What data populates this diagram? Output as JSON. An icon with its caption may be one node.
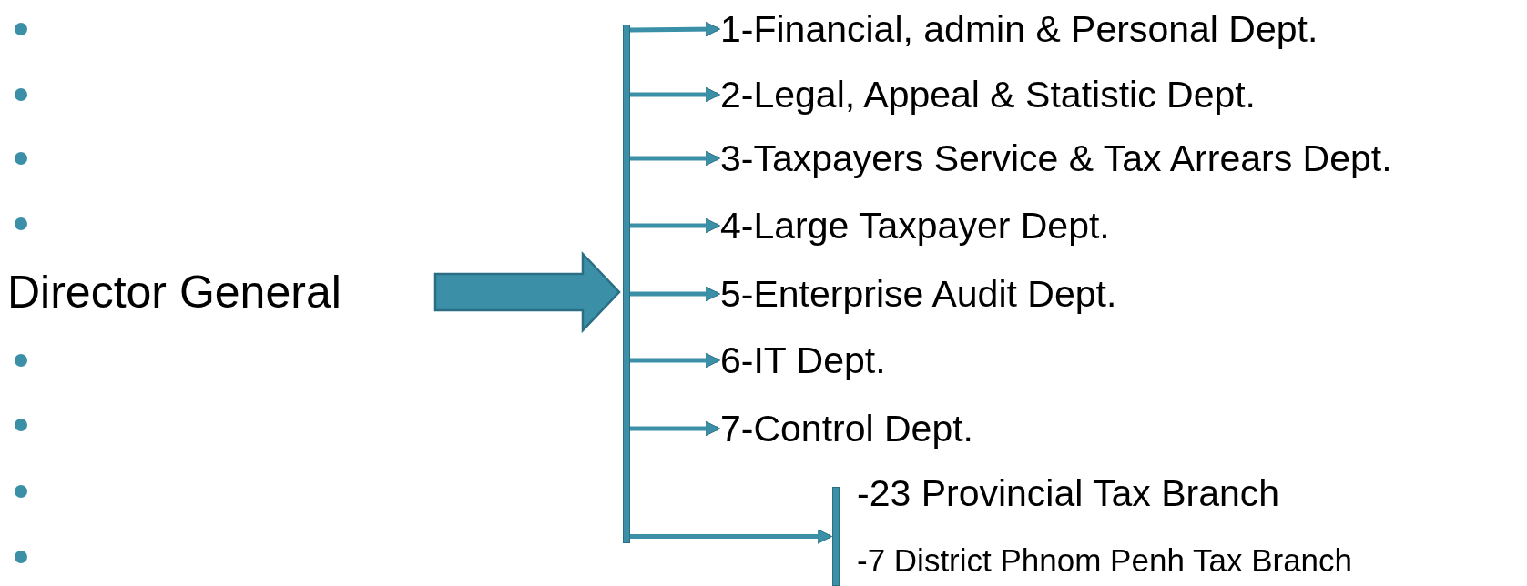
{
  "diagram": {
    "nodes": [
      {
        "text": [
          "Director General"
        ]
      },
      {
        "text": [],
        "shape": "bar"
      },
      {
        "text": [
          "1-Financial, admin & Personal Dept."
        ]
      },
      {
        "text": [
          "2-Legal, Appeal & Statistic Dept."
        ]
      },
      {
        "text": [
          "3-Taxpayers Service & Tax Arrears Dept."
        ]
      },
      {
        "text": [
          "4-Large Taxpayer Dept."
        ]
      },
      {
        "text": [
          "5-Enterprise Audit Dept."
        ]
      },
      {
        "text": [
          "6-IT Dept."
        ]
      },
      {
        "text": [
          "7-Control Dept."
        ]
      },
      {
        "text": [],
        "shape": "bar"
      },
      {
        "text": [
          "-23 Provincial Tax Branch"
        ]
      },
      {
        "text": [
          "-7 District Phnom Penh Tax Branch"
        ]
      }
    ],
    "edges": [
      {
        "from": 0,
        "to": 1,
        "arrow": "to",
        "style": "thick"
      },
      {
        "from": 1,
        "to": 2,
        "arrow": "to"
      },
      {
        "from": 1,
        "to": 3,
        "arrow": "to"
      },
      {
        "from": 1,
        "to": 4,
        "arrow": "to"
      },
      {
        "from": 1,
        "to": 5,
        "arrow": "to"
      },
      {
        "from": 1,
        "to": 6,
        "arrow": "to"
      },
      {
        "from": 1,
        "to": 7,
        "arrow": "to"
      },
      {
        "from": 1,
        "to": 8,
        "arrow": "to"
      },
      {
        "from": 1,
        "to": 9,
        "arrow": "to"
      }
    ]
  }
}
